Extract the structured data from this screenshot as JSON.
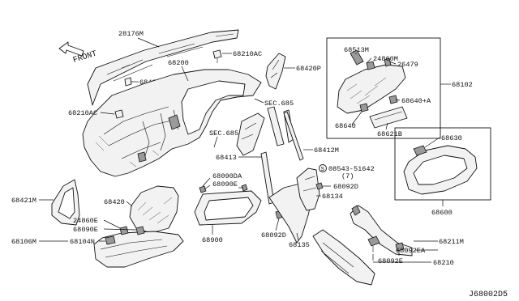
{
  "diagram": {
    "code": "J68002D5",
    "front_label": "FRONT"
  },
  "labels": {
    "l_28176M": "28176M",
    "l_68210AC_top": "68210AC",
    "l_68420H": "68420H",
    "l_68200": "68200",
    "l_68420P": "68420P",
    "l_68210AC_left": "68210AC",
    "l_sec685_a": "SEC.685",
    "l_sec685_b": "SEC.685",
    "l_68413": "68413",
    "l_68412M": "68412M",
    "l_68421M": "68421M",
    "l_68420": "68420",
    "l_68090DA": "68090DA",
    "l_68090E_mid": "68090E",
    "l_68900": "68900",
    "l_24860E": "24860E",
    "l_68090E_left": "68090E",
    "l_68106M": "68106M",
    "l_68104N": "68104N",
    "l_68092D_mid": "68092D",
    "l_68135": "68135",
    "l_08543": "08543-51642",
    "l_08543_qty": "(7)",
    "l_68092D_right": "68092D",
    "l_68134": "68134",
    "l_68211M": "68211M",
    "l_68092EA": "68092EA",
    "l_68092E_bottom": "68092E",
    "l_68210": "68210",
    "l_68513M": "68513M",
    "l_24860M": "24860M",
    "l_26479": "26479",
    "l_68102": "68102",
    "l_68640A": "68640+A",
    "l_68640": "68640",
    "l_68621B": "68621B",
    "l_68630": "68630",
    "l_68600": "68600"
  },
  "bolt_prefix": "S"
}
